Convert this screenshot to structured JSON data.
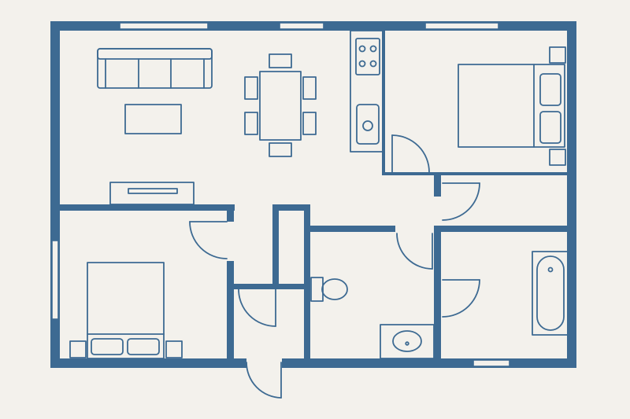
{
  "plan": {
    "colors": {
      "ink": "#3d6a92",
      "paper": "#f3f1ec"
    },
    "rooms": [
      "living-dining",
      "kitchen",
      "master-bedroom",
      "second-bedroom",
      "entry-hall",
      "closet",
      "bathroom-toilet",
      "bathroom-tub",
      "storage"
    ],
    "fixtures": [
      "sofa-icon",
      "coffee-table-icon",
      "dining-table-icon",
      "dining-chair-icon",
      "tv-console-icon",
      "stove-icon",
      "kitchen-sink-icon",
      "double-bed-icon",
      "nightstand-icon",
      "toilet-icon",
      "washbasin-icon",
      "bathtub-icon",
      "door-swing-icon",
      "window-icon"
    ]
  }
}
